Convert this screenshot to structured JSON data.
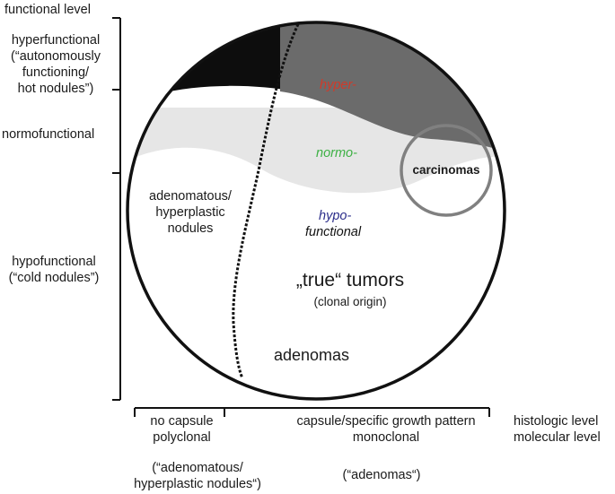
{
  "axis": {
    "functional_title": "functional level",
    "hyperfunctional": [
      "hyperfunctional",
      "(“autonomously",
      "functioning/",
      "hot nodules”)"
    ],
    "normofunctional": "normofunctional",
    "hypofunctional": [
      "hypofunctional",
      "(“cold nodules”)"
    ]
  },
  "circle_labels": {
    "hyper": "hyper-",
    "normo": "normo-",
    "hypo": "hypo-",
    "functional": "functional",
    "carcinomas": "carcinomas",
    "adenomatous": [
      "adenomatous/",
      "hyperplastic",
      "nodules"
    ],
    "true_tumors": "„true“ tumors",
    "clonal_origin": "(clonal origin)",
    "adenomas": "adenomas"
  },
  "bottom": {
    "left_histologic": "no capsule",
    "left_molecular": "polyclonal",
    "right_histologic": "capsule/specific growth pattern",
    "right_molecular": "monoclonal",
    "level_histologic": "histologic level",
    "level_molecular": "molecular level",
    "left_paren": [
      "(“adenomatous/",
      "hyperplastic nodules“)"
    ],
    "right_paren": "(“adenomas“)"
  },
  "colors": {
    "hyper_text": "#d03a2a",
    "normo_text": "#3cb043",
    "hypo_text": "#2b2d8a",
    "dark_fill": "#0d0d0d",
    "gray_fill": "#6b6b6b",
    "light_fill": "#e6e6e6"
  }
}
